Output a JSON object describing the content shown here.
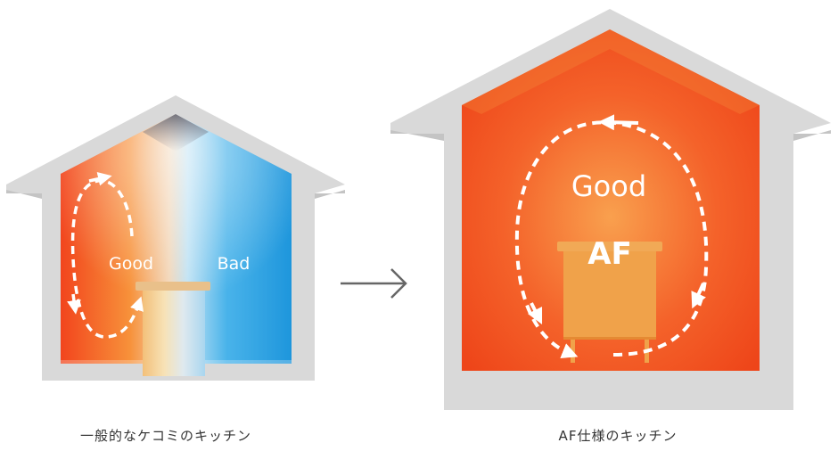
{
  "left_house": {
    "warm_label": "Good",
    "cold_label": "Bad",
    "caption": "一般的なケコミのキッチン"
  },
  "right_house": {
    "label": "Good",
    "cabinet_label": "AF",
    "caption": "AF仕様のキッチン"
  },
  "colors": {
    "wall": "#d9d9d9",
    "warm": "#f2461f",
    "cold": "#2a9ee0",
    "cabinet": "#f0a24a",
    "arrow": "#666666"
  }
}
